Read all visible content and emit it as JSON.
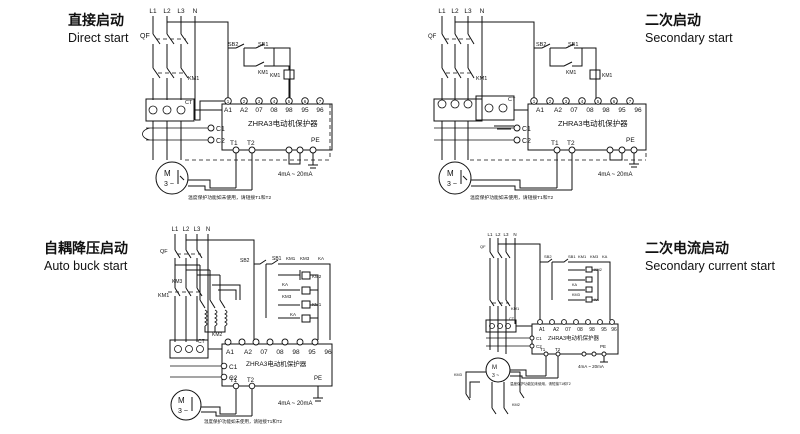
{
  "diagrams": [
    {
      "id": "direct",
      "title_cn": "直接启动",
      "title_en": "Direct start",
      "phases": [
        "L1",
        "L2",
        "L3",
        "N"
      ],
      "breaker": "QF",
      "contactor": "KM1",
      "switches": [
        "SB2",
        "SB1"
      ],
      "ct": "CT",
      "terminals": [
        "A1",
        "A2",
        "07",
        "08",
        "98",
        "95",
        "96"
      ],
      "terminal_numbers": [
        "1",
        "2",
        "3",
        "4",
        "5",
        "6",
        "7"
      ],
      "c_labels": [
        "C1",
        "C2"
      ],
      "sensor_terminals": [
        "T1",
        "T2"
      ],
      "pe_label": "PE",
      "pe_numbers": [
        "8",
        "9",
        "10"
      ],
      "device_name": "ZHRA3电动机保护器",
      "current_range": "4mA ~ 20mA",
      "motor_label": "M",
      "motor_phase": "3 ~",
      "note": "温度保护功能如未使用，请短接T1和T2"
    },
    {
      "id": "secondary",
      "title_cn": "二次启动",
      "title_en": "Secondary start",
      "phases": [
        "L1",
        "L2",
        "L3",
        "N"
      ],
      "breaker": "QF",
      "contactor": "KM1",
      "switches": [
        "SB2",
        "SB1"
      ],
      "ct": "CT",
      "terminals": [
        "A1",
        "A2",
        "07",
        "08",
        "98",
        "95",
        "96"
      ],
      "terminal_numbers": [
        "1",
        "2",
        "3",
        "4",
        "5",
        "6",
        "7"
      ],
      "c_labels": [
        "C1",
        "C2"
      ],
      "sensor_terminals": [
        "T1",
        "T2"
      ],
      "pe_label": "PE",
      "pe_numbers": [
        "8",
        "9",
        "10"
      ],
      "device_name": "ZHRA3电动机保护器",
      "current_range": "4mA ~ 20mA",
      "motor_label": "M",
      "motor_phase": "3 ~",
      "note": "温度保护功能如未使用，请短接T1和T2"
    },
    {
      "id": "auto",
      "title_cn": "自耦降压启动",
      "title_en": "Auto buck start",
      "phases": [
        "L1",
        "L2",
        "L3",
        "N"
      ],
      "breaker": "QF",
      "contactors": [
        "KM1",
        "KM2",
        "KM3"
      ],
      "relay": "KA",
      "switches": [
        "SB2",
        "SB1"
      ],
      "ct": "CT",
      "terminals": [
        "A1",
        "A2",
        "07",
        "08",
        "98",
        "95",
        "96"
      ],
      "terminal_numbers": [
        "1",
        "2",
        "3",
        "4",
        "5",
        "6",
        "7"
      ],
      "c_labels": [
        "C1",
        "C2"
      ],
      "sensor_terminals": [
        "T1",
        "T2"
      ],
      "pe_label": "PE",
      "device_name": "ZHRA3电动机保护器",
      "current_range": "4mA ~ 20mA",
      "motor_label": "M",
      "motor_phase": "3 ~",
      "note": "温度保护功能如未使用，请短接T1和T2"
    },
    {
      "id": "current",
      "title_cn": "二次电流启动",
      "title_en": "Secondary current start",
      "phases": [
        "L1",
        "L2",
        "L3",
        "N"
      ],
      "breaker": "QF",
      "contactors": [
        "KM1",
        "KM2",
        "KM3"
      ],
      "relay": "KA",
      "switches": [
        "SB2",
        "SB1"
      ],
      "ct": "CT",
      "terminals": [
        "A1",
        "A2",
        "07",
        "08",
        "98",
        "95",
        "96"
      ],
      "c_labels": [
        "C1",
        "C2"
      ],
      "sensor_terminals": [
        "T1",
        "T2"
      ],
      "pe_label": "PE",
      "device_name": "ZHRA3电动机保护器",
      "current_range": "4mA ~ 20mA",
      "motor_label": "M",
      "motor_phase": "3 ~",
      "note": "温度保护功能如未使用，请短接T1和T2"
    }
  ]
}
